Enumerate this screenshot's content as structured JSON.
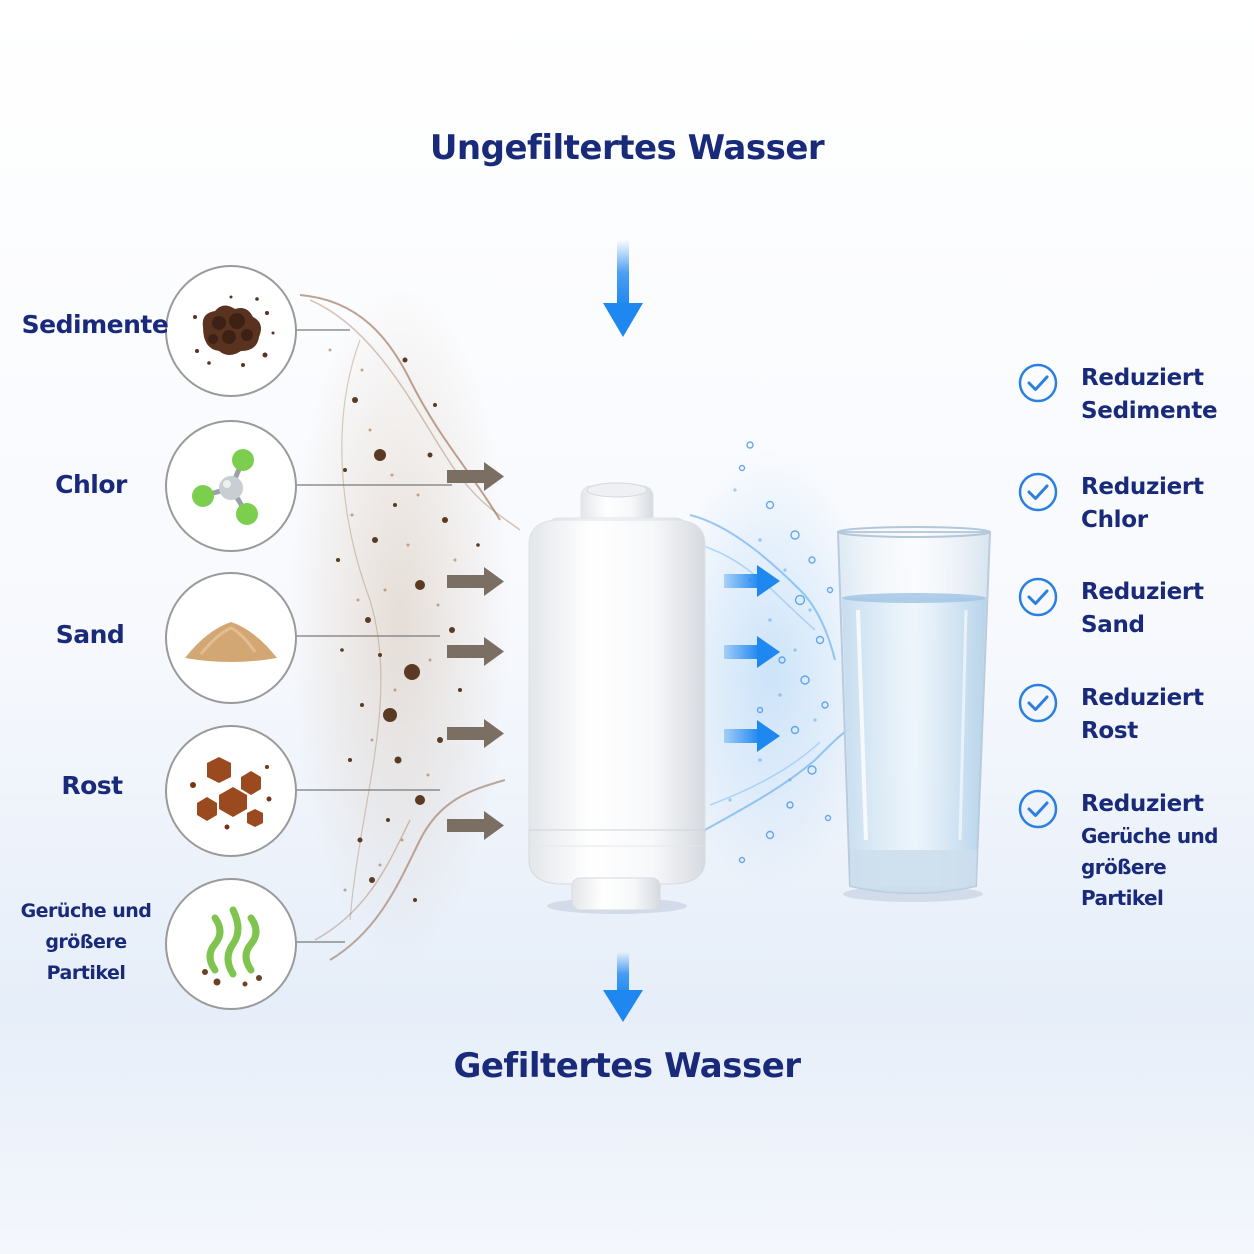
{
  "title_top": "Ungefiltertes Wasser",
  "title_bottom": "Gefiltertes Wasser",
  "contaminants": [
    {
      "label": "Sedimente",
      "icon": "sediment-icon"
    },
    {
      "label": "Chlor",
      "icon": "chlorine-molecule-icon"
    },
    {
      "label": "Sand",
      "icon": "sand-pile-icon"
    },
    {
      "label": "Rost",
      "icon": "rust-particles-icon"
    },
    {
      "label_line1": "Gerüche und",
      "label_line2": "größere Partikel",
      "icon": "odor-waves-icon"
    }
  ],
  "benefits": [
    {
      "line1": "Reduziert",
      "line2": "Sedimente"
    },
    {
      "line1": "Reduziert",
      "line2": "Chlor"
    },
    {
      "line1": "Reduziert",
      "line2": "Sand"
    },
    {
      "line1": "Reduziert",
      "line2": "Rost"
    },
    {
      "line1": "Reduziert",
      "line2": "Gerüche und",
      "line3": "größere Partikel"
    }
  ],
  "colors": {
    "text": "#1a2a7a",
    "accent_blue": "#1e88f0",
    "dirt_brown": "#6b4226",
    "check_blue": "#2a7fe0"
  }
}
